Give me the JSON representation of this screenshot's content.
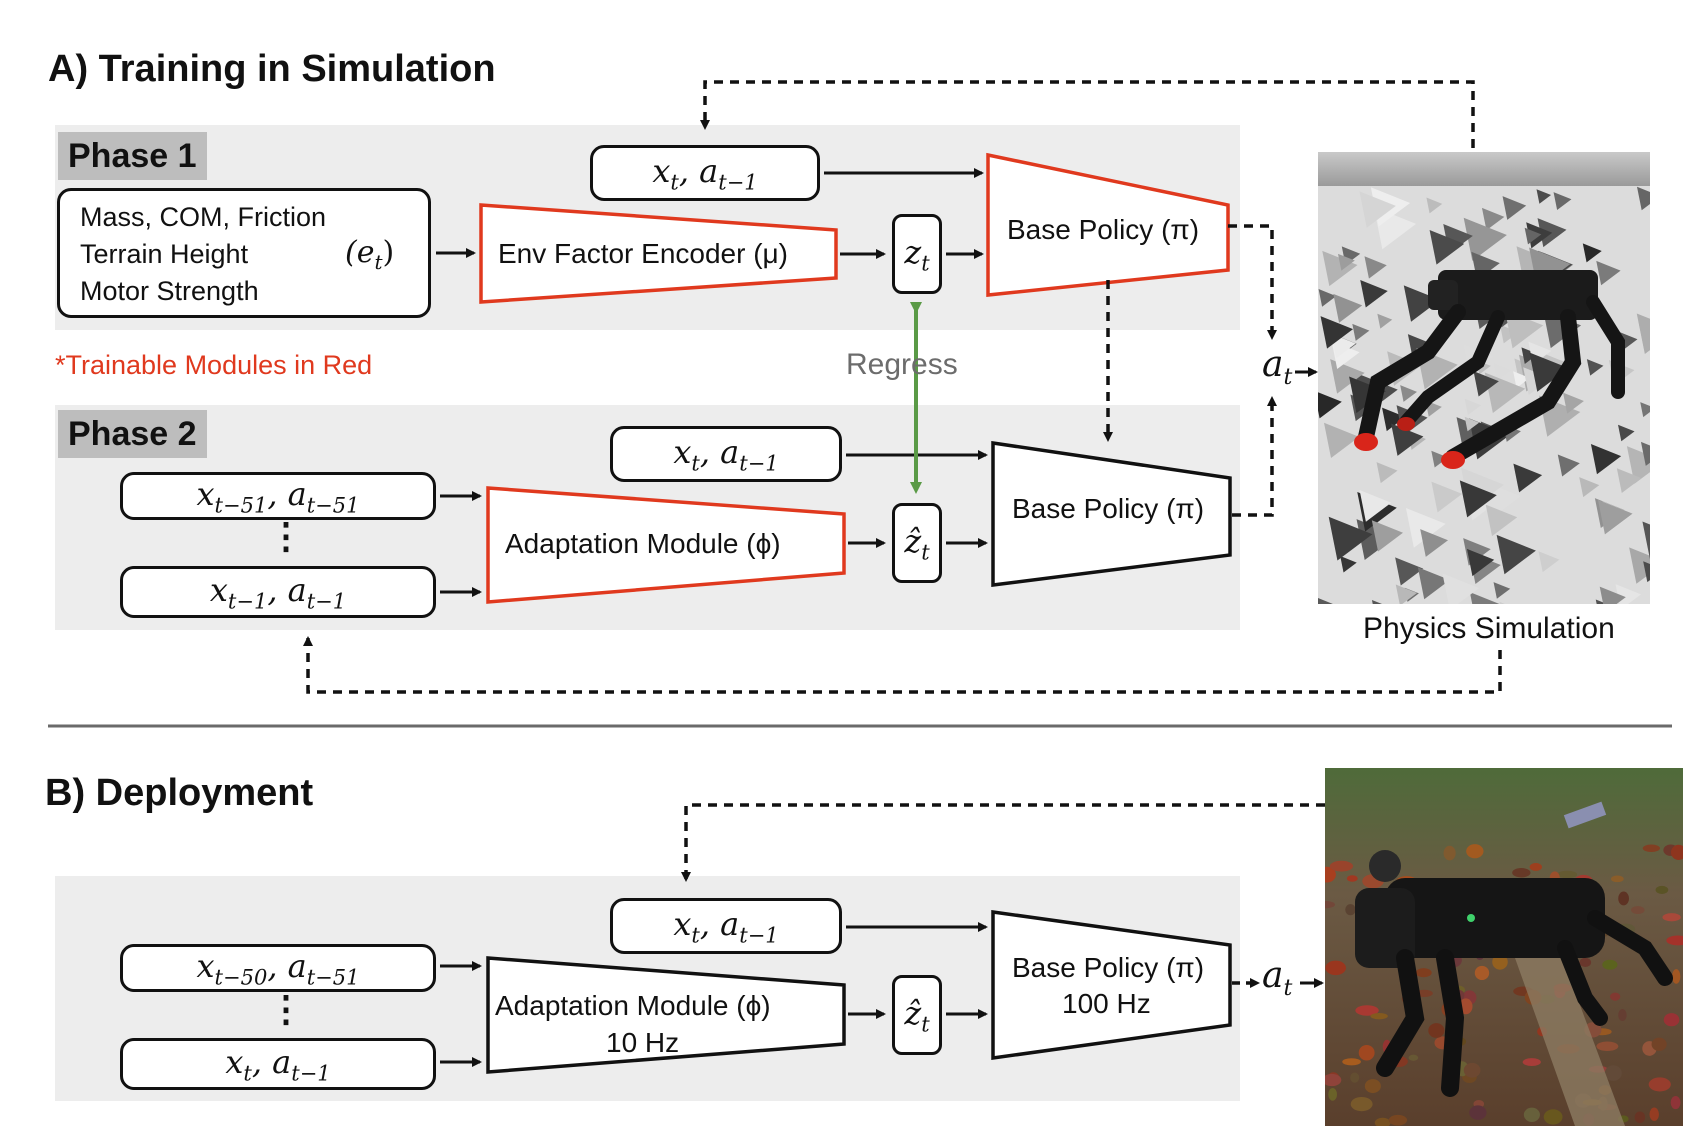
{
  "section_a": {
    "title": "A) Training in Simulation"
  },
  "phase1": {
    "label": "Phase 1",
    "env_lines": [
      "Mass, COM, Friction",
      "Terrain Height",
      "Motor Strength"
    ],
    "env_symbol": "(e",
    "env_symbol_sub": "t",
    "env_symbol_close": ")",
    "obs": {
      "x": "x",
      "x_sub": "t",
      "sep": ", a",
      "a_sub": "t−1"
    },
    "encoder_label": "Env Factor Encoder (μ)",
    "z": {
      "main": "z",
      "sub": "t"
    },
    "base_policy": "Base Policy (π)"
  },
  "trainable_note": "*Trainable Modules in Red",
  "regress_label": "Regress",
  "action_label": {
    "main": "a",
    "sub": "t"
  },
  "phase2": {
    "label": "Phase 2",
    "obs": {
      "x": "x",
      "x_sub": "t",
      "sep": ", a",
      "a_sub": "t−1"
    },
    "history_top": {
      "x": "x",
      "x_sub": "t−51",
      "sep": ", a",
      "a_sub": "t−51"
    },
    "history_bottom": {
      "x": "x",
      "x_sub": "t−1",
      "sep": ", a",
      "a_sub": "t−1"
    },
    "dots": "⋮",
    "adaptation_label": "Adaptation Module (ϕ)",
    "z_hat": {
      "main": "ẑ",
      "sub": "t"
    },
    "base_policy": "Base Policy (π)"
  },
  "physics_caption": "Physics Simulation",
  "section_b": {
    "title": "B) Deployment",
    "obs": {
      "x": "x",
      "x_sub": "t",
      "sep": ", a",
      "a_sub": "t−1"
    },
    "history_top": {
      "x": "x",
      "x_sub": "t−50",
      "sep": ", a",
      "a_sub": "t−51"
    },
    "history_bottom": {
      "x": "x",
      "x_sub": "t",
      "sep": ", a",
      "a_sub": "t−1"
    },
    "dots": "⋮",
    "adaptation_label": "Adaptation Module (ϕ)",
    "adaptation_rate": "10 Hz",
    "z_hat": {
      "main": "ẑ",
      "sub": "t"
    },
    "base_policy": "Base Policy (π)",
    "base_rate": "100 Hz",
    "action_label": {
      "main": "a",
      "sub": "t"
    }
  },
  "colors": {
    "trainable": "#e0391e",
    "regress_arrow": "#5a9a46",
    "panel": "#ededed",
    "phase_tag": "#bdbdbd"
  }
}
